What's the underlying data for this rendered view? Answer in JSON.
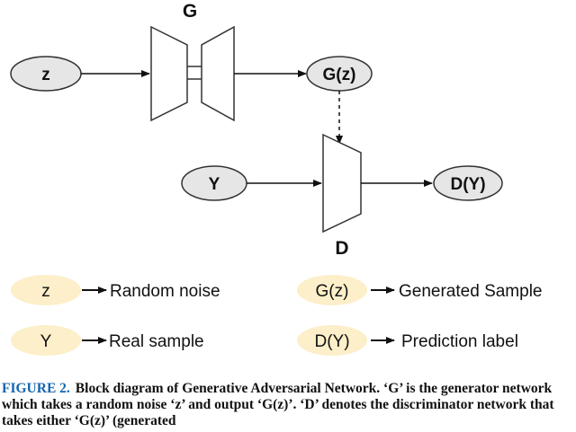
{
  "diagram": {
    "generator_label": "G",
    "discriminator_label": "D",
    "nodes": {
      "z": "z",
      "gz": "G(z)",
      "y": "Y",
      "dy": "D(Y)"
    },
    "colors": {
      "node_fill": "#e6e6e6",
      "legend_fill": "#fcefc9",
      "stroke": "#333333",
      "block_fill": "#ffffff"
    }
  },
  "legend": [
    {
      "symbol": "z",
      "meaning": "Random noise"
    },
    {
      "symbol": "G(z)",
      "meaning": "Generated Sample"
    },
    {
      "symbol": "Y",
      "meaning": "Real sample"
    },
    {
      "symbol": "D(Y)",
      "meaning": "Prediction label"
    }
  ],
  "caption": {
    "label": "FIGURE 2.",
    "text": "Block diagram of Generative Adversarial Network. ‘G’ is the generator network which takes a random noise ‘z’ and output ‘G(z)’. ‘D’ denotes the discriminator network that takes either ‘G(z)’ (generated"
  }
}
